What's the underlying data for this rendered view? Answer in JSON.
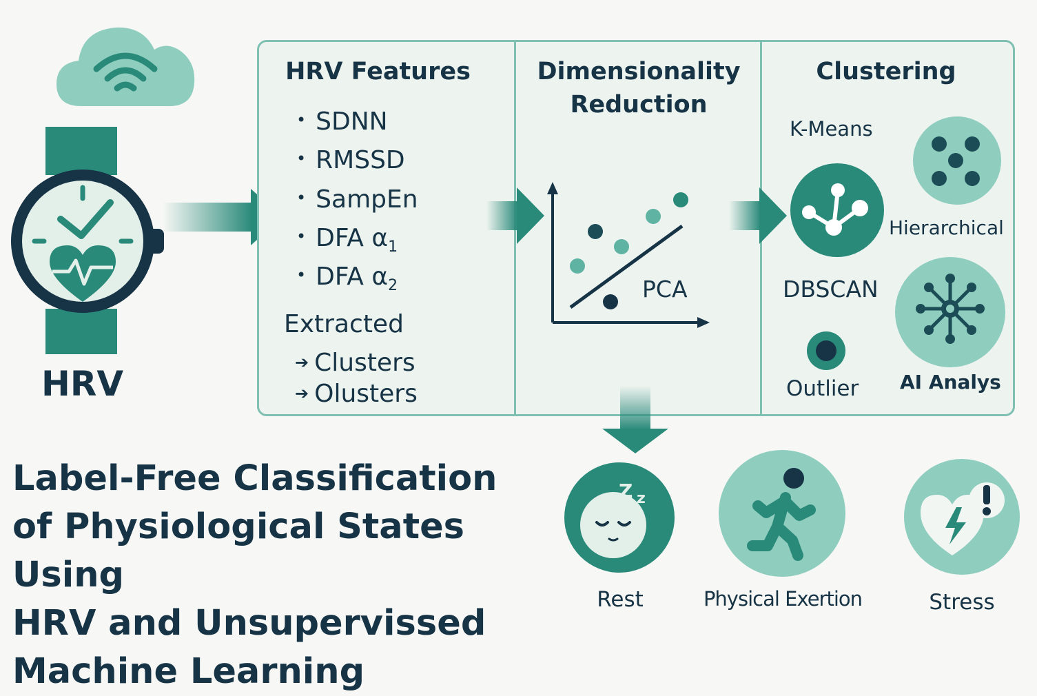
{
  "device": {
    "label": "HRV"
  },
  "panels": {
    "features": {
      "title": "HRV Features",
      "items": [
        "SDNN",
        "RMSSD",
        "SampEn"
      ],
      "dfa1_label": "DFA α",
      "dfa1_sub": "1",
      "dfa2_label": "DFA α",
      "dfa2_sub": "2",
      "extracted_label": "Extracted",
      "extracted_items": [
        "Clusters",
        "Olusters"
      ]
    },
    "dimensionality": {
      "title_line1": "Dimensionality",
      "title_line2": "Reduction",
      "method_label": "PCA"
    },
    "clustering": {
      "title": "Clustering",
      "methods": {
        "kmeans": "K-Means",
        "hierarchical": "Hierarchical",
        "dbscan": "DBSCAN",
        "outlier": "Outlier",
        "ai": "AI Analys"
      }
    }
  },
  "title": {
    "lines": [
      "Label-Free Classification",
      "of Physiological States Using",
      "HRV and Unsupervissed",
      "Machine Learning"
    ]
  },
  "states": [
    {
      "label": "Rest",
      "icon": "sleep-face-icon"
    },
    {
      "label": "Physical Exertion",
      "icon": "running-person-icon"
    },
    {
      "label": "Stress",
      "icon": "stressed-heart-icon"
    }
  ],
  "colors": {
    "dark_teal": "#2a8a7a",
    "mid_teal": "#5eb3a3",
    "light_teal": "#8fcdbf",
    "navy": "#173446",
    "panel_border": "#7fc0b3",
    "panel_fill": "#edf3ef",
    "background": "#f7f8f5"
  }
}
